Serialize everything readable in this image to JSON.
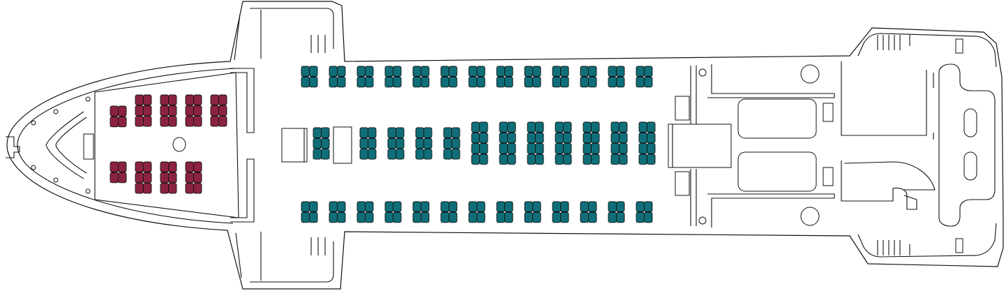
{
  "colors": {
    "premium_seat": "#8b2340",
    "standard_seat": "#0f6e78",
    "outline": "#111111",
    "background": "#ffffff"
  },
  "cabins": [
    {
      "name": "",
      "color_key": "premium_seat",
      "groups": [
        {
          "rows": 2,
          "cols": 2
        },
        {
          "rows": 3,
          "cols": 2
        },
        {
          "rows": 3,
          "cols": 2
        },
        {
          "rows": 3,
          "cols": 2
        },
        {
          "rows": 3,
          "cols": 2
        },
        {
          "rows": 2,
          "cols": 2
        },
        {
          "rows": 3,
          "cols": 2
        },
        {
          "rows": 3,
          "cols": 2
        },
        {
          "rows": 3,
          "cols": 2
        }
      ]
    },
    {
      "name": "",
      "color_key": "standard_seat",
      "top_row_pairs": 13,
      "bottom_row_pairs": 13,
      "center_groups": [
        {
          "rows": 3,
          "cols": 2
        },
        {
          "rows": 3,
          "cols": 2
        },
        {
          "rows": 3,
          "cols": 2
        },
        {
          "rows": 3,
          "cols": 2
        },
        {
          "rows": 3,
          "cols": 2
        },
        {
          "rows": 4,
          "cols": 2
        },
        {
          "rows": 4,
          "cols": 2
        },
        {
          "rows": 4,
          "cols": 2
        },
        {
          "rows": 4,
          "cols": 2
        },
        {
          "rows": 4,
          "cols": 2
        },
        {
          "rows": 4,
          "cols": 2
        },
        {
          "rows": 4,
          "cols": 2
        }
      ]
    }
  ]
}
